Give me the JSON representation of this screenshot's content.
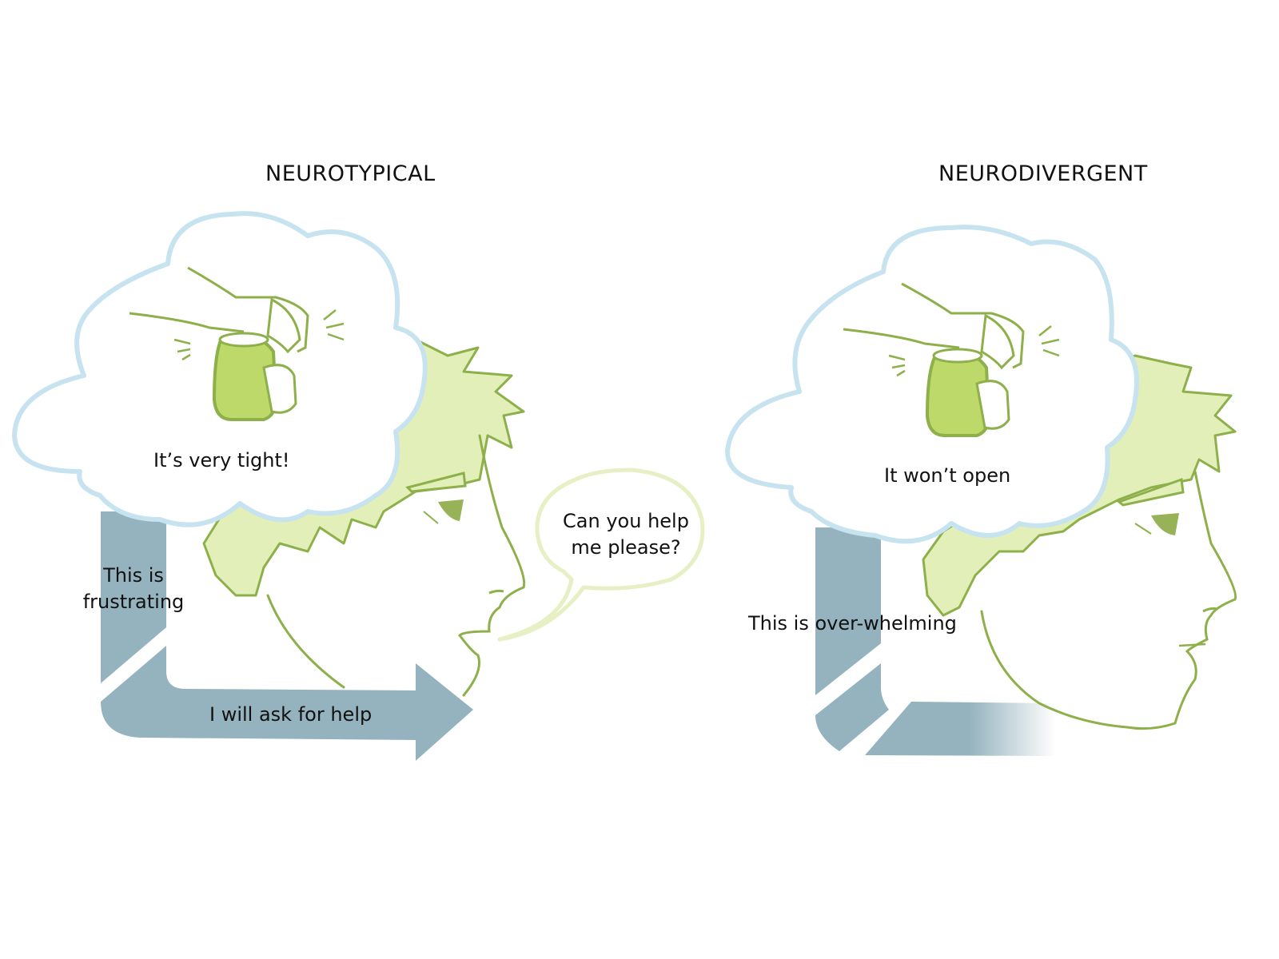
{
  "panels": {
    "neurotypical": {
      "title": "NEUROTYPICAL",
      "thought": "It’s very tight!",
      "feeling_line1": "This is",
      "feeling_line2": "frustrating",
      "action": "I will ask for help",
      "speech_line1": "Can you help",
      "speech_line2": "me please?"
    },
    "neurodivergent": {
      "title": "NEURODIVERGENT",
      "thought": "It won’t open",
      "feeling": "This is over-whelming"
    }
  },
  "colors": {
    "cloud_outline": "#c6e3ef",
    "hair_fill": "#e3efb8",
    "line_green": "#8db04a",
    "jar_fill": "#bcd96a",
    "arrow": "#95b3be",
    "speech_outline": "#e6f0c4",
    "eye": "#98b257"
  }
}
